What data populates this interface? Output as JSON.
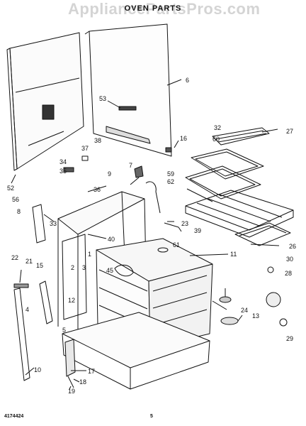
{
  "header": {
    "title": "OVEN PARTS",
    "watermark": "AppliancePartsPros.com"
  },
  "footer": {
    "doc_number": "4174424",
    "page_number": "5"
  },
  "callouts": [
    "52",
    "56",
    "6",
    "53",
    "16",
    "32",
    "27",
    "60",
    "38",
    "37",
    "34",
    "35",
    "7",
    "9",
    "36",
    "59",
    "62",
    "8",
    "33",
    "23",
    "39",
    "61",
    "26",
    "40",
    "1",
    "11",
    "22",
    "21",
    "15",
    "45",
    "2",
    "3",
    "30",
    "28",
    "12",
    "4",
    "5",
    "24",
    "13",
    "29",
    "17",
    "10",
    "18",
    "19"
  ],
  "icons": [
    "oven-cavity-icon",
    "rear-panel-icon",
    "oven-rack-icon",
    "broil-element-icon",
    "bake-element-icon",
    "broiler-pan-icon",
    "door-hinge-icon",
    "leveling-leg-icon",
    "light-socket-icon"
  ]
}
